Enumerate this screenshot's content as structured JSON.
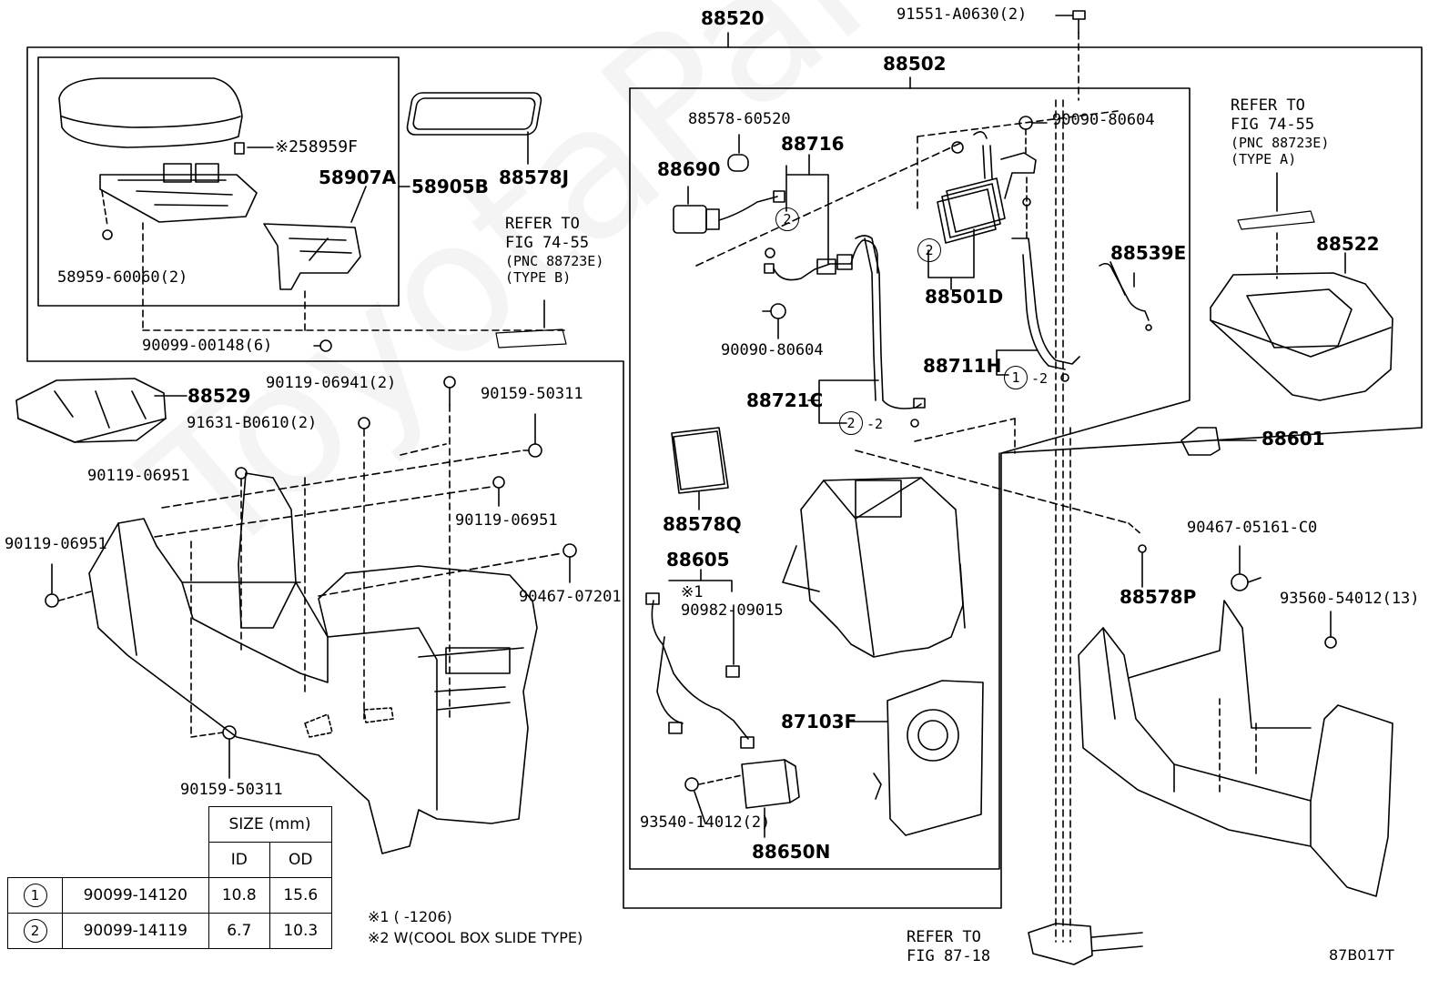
{
  "diagram_id": "87B017T",
  "labels": {
    "p88520": "88520",
    "p91551": "91551-A0630(2)",
    "p88502": "88502",
    "p58959F": "※258959F",
    "p58907A": "58907A",
    "p58905B": "58905B",
    "p88578J": "88578J",
    "p58959_60060": "58959-60060(2)",
    "p90099_00148": "90099-00148(6)",
    "p88578_60520": "88578-60520",
    "p88716": "88716",
    "p88690": "88690",
    "p90090_80604a": "90090-80604",
    "p90090_80604b": "90090-80604",
    "p88501D": "88501D",
    "p88539E": "88539E",
    "p88711H": "88711H",
    "p88721C": "88721C",
    "p88522": "88522",
    "p88601": "88601",
    "p88529": "88529",
    "p90119_06941": "90119-06941(2)",
    "p91631_B0610": "91631-B0610(2)",
    "p90159_50311a": "90159-50311",
    "p90119_06951a": "90119-06951",
    "p90119_06951b": "90119-06951",
    "p90119_06951c": "90119-06951",
    "p90467_07201": "90467-07201",
    "p90159_50311b": "90159-50311",
    "p88578Q": "88578Q",
    "p88605": "88605",
    "p90982_09015": "90982-09015",
    "p87103F": "87103F",
    "p93540_14012": "93540-14012(2)",
    "p88650N": "88650N",
    "p88578P": "88578P",
    "p90467_05161": "90467-05161-C0",
    "p93560_54012": "93560-54012(13)",
    "note1_mark": "※1",
    "minus2a": "-2",
    "minus2b": "-2"
  },
  "circles": {
    "one": "1",
    "two": "2"
  },
  "refer_b": [
    "REFER TO",
    "FIG 74-55",
    "(PNC 88723E)",
    "(TYPE B)"
  ],
  "refer_a": [
    "REFER TO",
    "FIG 74-55",
    "(PNC 88723E)",
    "(TYPE A)"
  ],
  "refer_87": [
    "REFER TO",
    "FIG 87-18"
  ],
  "size_table": {
    "header": "SIZE (mm)",
    "col_id": "ID",
    "col_od": "OD",
    "rows": [
      {
        "mark": "1",
        "part": "90099-14120",
        "id": "10.8",
        "od": "15.6"
      },
      {
        "mark": "2",
        "part": "90099-14119",
        "id": "6.7",
        "od": "10.3"
      }
    ]
  },
  "notes": {
    "n1": "※1 (      -1206)",
    "n2": "※2 W(COOL BOX SLIDE TYPE)"
  },
  "watermark": "ToyotaPartsOnline.ru"
}
